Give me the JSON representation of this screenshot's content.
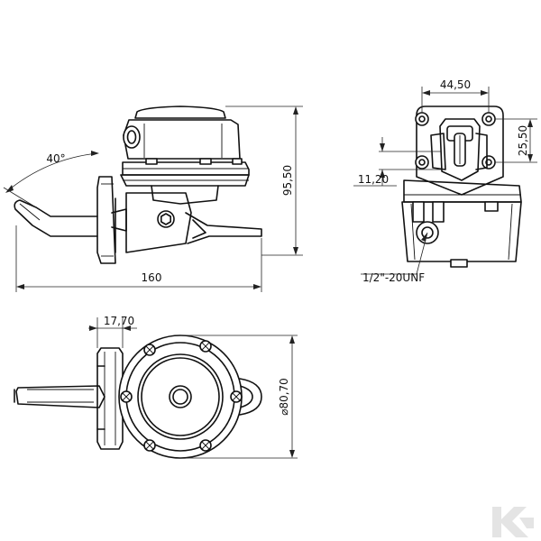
{
  "dimensions": {
    "angle_lever": "40°",
    "height_total": "95,50",
    "length_total": "160",
    "mount_spacing_horizontal": "44,50",
    "mount_spacing_vertical": "25,50",
    "port_offset": "11,20",
    "thread_spec": "1/2\"-20UNF",
    "flange_thickness": "17,70",
    "body_diameter": "⌀80,70"
  }
}
